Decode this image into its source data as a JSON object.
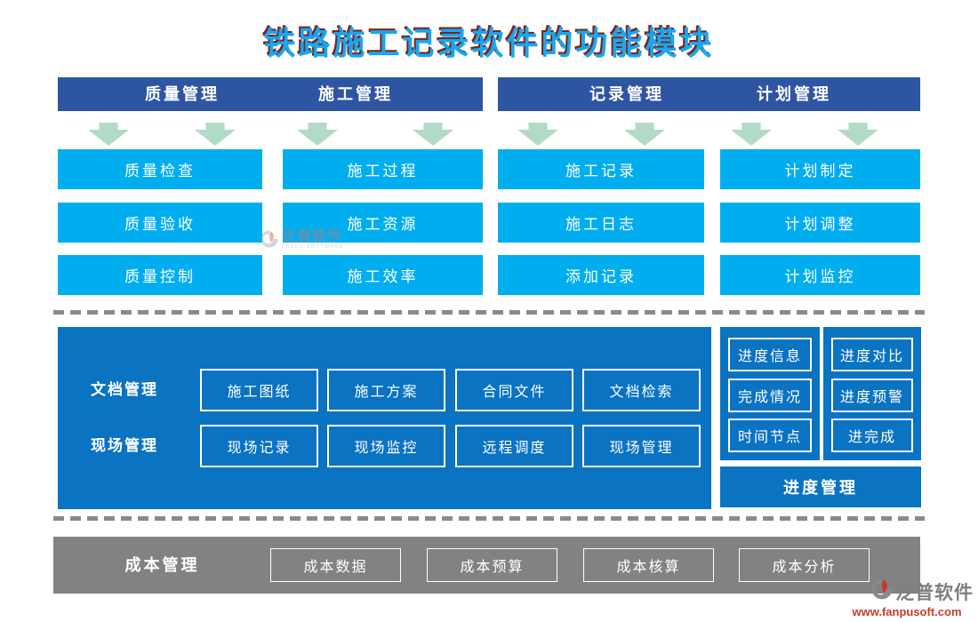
{
  "title": "铁路施工记录软件的功能模块",
  "sections": [
    {
      "header": "质量管理",
      "items": [
        "质量检查",
        "质量验收",
        "质量控制"
      ]
    },
    {
      "header": "施工管理",
      "items": [
        "施工过程",
        "施工资源",
        "施工效率"
      ]
    },
    {
      "header": "记录管理",
      "items": [
        "施工记录",
        "施工日志",
        "添加记录"
      ]
    },
    {
      "header": "计划管理",
      "items": [
        "计划制定",
        "计划调整",
        "计划监控"
      ]
    }
  ],
  "document_management": {
    "label": "文档管理",
    "items": [
      "施工图纸",
      "施工方案",
      "合同文件",
      "文档检索"
    ]
  },
  "site_management": {
    "label": "现场管理",
    "items": [
      "现场记录",
      "现场监控",
      "远程调度",
      "现场管理"
    ]
  },
  "progress_management": {
    "label": "进度管理",
    "col1": [
      "进度信息",
      "完成情况",
      "时间节点"
    ],
    "col2": [
      "进度对比",
      "进度预警",
      "进完成"
    ]
  },
  "cost_management": {
    "label": "成本管理",
    "items": [
      "成本数据",
      "成本预算",
      "成本核算",
      "成本分析"
    ]
  },
  "watermark": {
    "name": "泛普软件",
    "subtext": "FANPU SOFTWARE"
  },
  "logo": {
    "name": "泛普软件",
    "url": "www.fanpusoft.com"
  },
  "colors": {
    "header_bar": "#2d55a2",
    "module_button": "#00aeef",
    "panel": "#0a73c2",
    "arrow": "#b2dbc6",
    "cost_bar": "#828282",
    "title": "#17a7f0"
  }
}
